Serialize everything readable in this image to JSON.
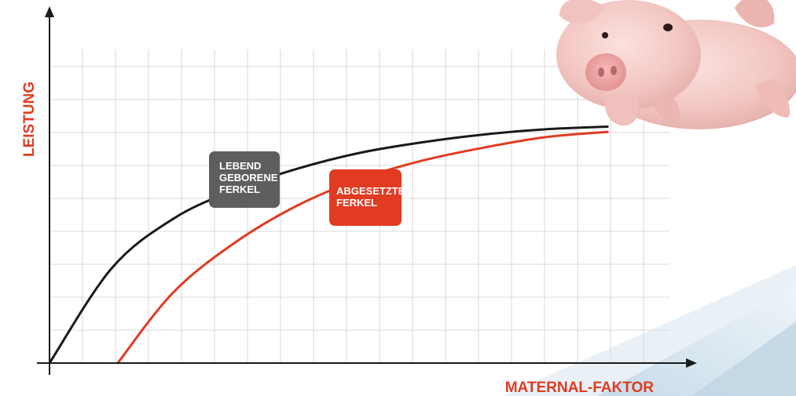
{
  "chart_data": {
    "type": "line",
    "title": "",
    "xlabel": "MATERNAL-FAKTOR",
    "ylabel": "LEISTUNG",
    "xlim": [
      0,
      1
    ],
    "ylim": [
      0,
      1
    ],
    "grid": true,
    "ticks_labeled": false,
    "series": [
      {
        "name": "LEBEND\nGEBORENE\nFERKEL",
        "color": "#1a1a1a",
        "x": [
          0.0,
          0.1,
          0.2,
          0.3,
          0.4,
          0.5,
          0.6,
          0.7,
          0.8,
          0.9
        ],
        "y": [
          0.0,
          0.36,
          0.55,
          0.66,
          0.74,
          0.8,
          0.84,
          0.87,
          0.89,
          0.9
        ]
      },
      {
        "name": "ABGESETZTE\nFERKEL",
        "color": "#e13b22",
        "x": [
          0.11,
          0.2,
          0.3,
          0.4,
          0.5,
          0.6,
          0.7,
          0.8,
          0.9
        ],
        "y": [
          0.0,
          0.27,
          0.46,
          0.6,
          0.7,
          0.77,
          0.82,
          0.86,
          0.88
        ]
      }
    ],
    "legend_placement": "inline-labels"
  },
  "colors": {
    "accent_red": "#e13b22",
    "label_grey": "#5e5e5e",
    "grid": "#d9d9d9",
    "axis": "#1a1a1a",
    "decor_blue": "#dde9f2"
  },
  "decor": {
    "mascot_icon": "piglet-icon"
  }
}
